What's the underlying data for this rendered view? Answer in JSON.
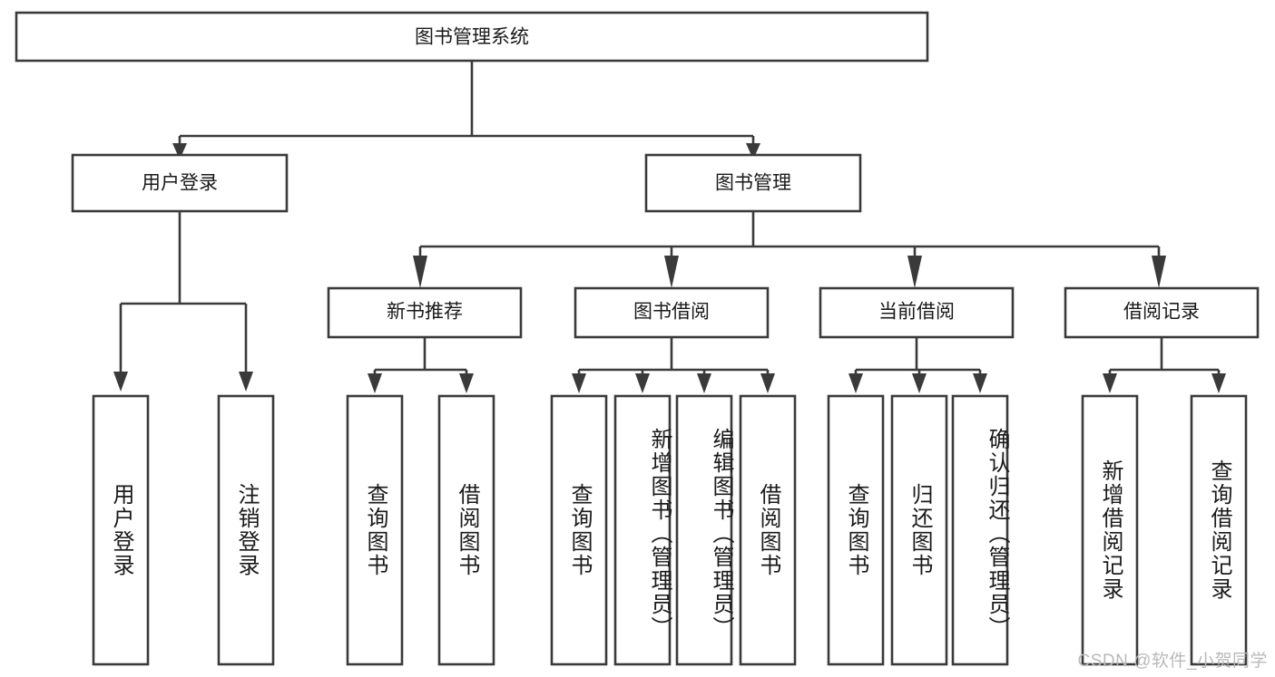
{
  "diagram": {
    "type": "tree-hierarchy",
    "title": "图书管理系统",
    "watermark": "CSDN @软件_小贺同学",
    "colors": {
      "stroke": "#3a3a3a",
      "fill": "#ffffff",
      "text": "#1a1a1a",
      "watermark": "#b9b9b9",
      "background": "#ffffff"
    },
    "root": {
      "label": "图书管理系统"
    },
    "level2": [
      {
        "label": "用户登录"
      },
      {
        "label": "图书管理"
      }
    ],
    "level3": [
      {
        "label": "新书推荐"
      },
      {
        "label": "图书借阅"
      },
      {
        "label": "当前借阅"
      },
      {
        "label": "借阅记录"
      }
    ],
    "leaves": {
      "user_login": [
        {
          "label": "用户登录"
        },
        {
          "label": "注销登录"
        }
      ],
      "new_book": [
        {
          "label": "查询图书"
        },
        {
          "label": "借阅图书"
        }
      ],
      "book_borrow": [
        {
          "label": "查询图书"
        },
        {
          "label": "新增图书（管理员）"
        },
        {
          "label": "编辑图书（管理员）"
        },
        {
          "label": "借阅图书"
        }
      ],
      "current_borrow": [
        {
          "label": "查询图书"
        },
        {
          "label": "归还图书"
        },
        {
          "label": "确认归还（管理员）"
        }
      ],
      "borrow_record": [
        {
          "label": "新增借阅记录"
        },
        {
          "label": "查询借阅记录"
        }
      ]
    }
  }
}
